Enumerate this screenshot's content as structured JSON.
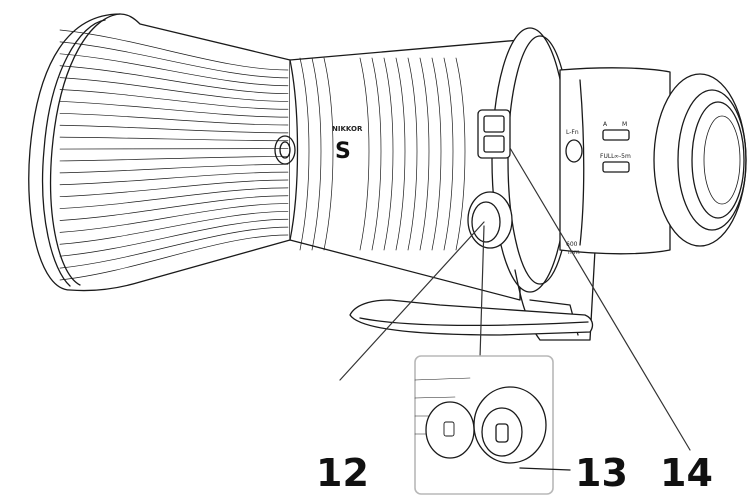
{
  "callouts": {
    "c12": "12",
    "c13": "13",
    "c14": "14"
  },
  "lens_markings": {
    "brand": "NIKKOR",
    "series": "S",
    "focal_length": "600",
    "focal_unit": "mm",
    "lfn_button": "L-Fn",
    "switch_a": "A",
    "switch_m": "M",
    "switch_full": "FULL",
    "switch_inf": "∞-5m"
  },
  "colors": {
    "line": "#1a1a1a",
    "inset_border": "#b8b8b8",
    "leader": "#333333"
  }
}
